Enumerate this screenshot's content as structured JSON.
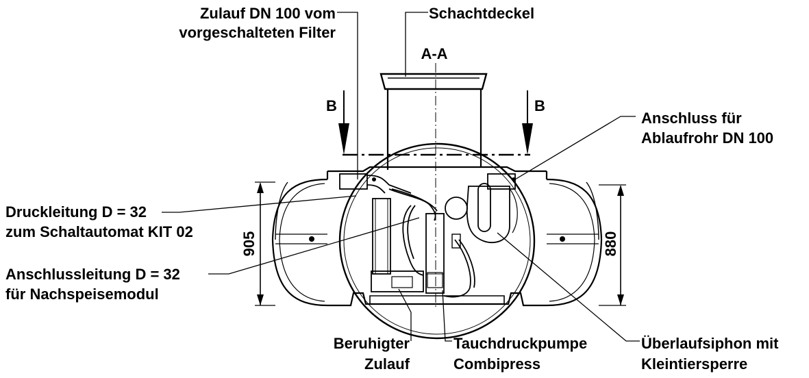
{
  "diagram": {
    "section_label": "A-A",
    "section_marker": "B",
    "dimensions": {
      "left_height": "905",
      "right_height": "880"
    },
    "labels": {
      "inlet_line1": "Zulauf DN 100 vom",
      "inlet_line2": "vorgeschalteten Filter",
      "cover": "Schachtdeckel",
      "outlet_line1": "Anschluss für",
      "outlet_line2": "Ablaufrohr DN 100",
      "pressure_line1": "Druckleitung D = 32",
      "pressure_line2": "zum Schaltautomat KIT 02",
      "connection_line1": "Anschlussleitung D = 32",
      "connection_line2": "für Nachspeisemodul",
      "calm_line1": "Beruhigter",
      "calm_line2": "Zulauf",
      "pump_line1": "Tauchdruckpumpe",
      "pump_line2": "Combipress",
      "overflow_line1": "Überlaufsiphon mit",
      "overflow_line2": "Kleintiersperre"
    }
  }
}
